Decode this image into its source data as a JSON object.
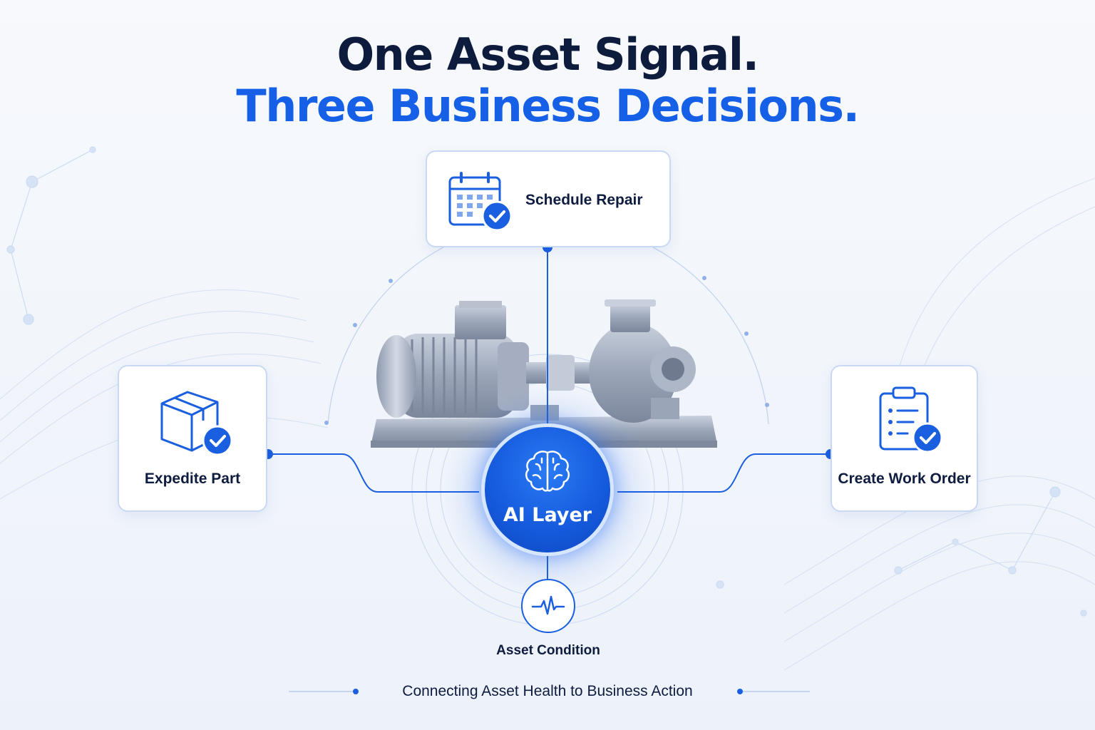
{
  "headline": {
    "line1": "One Asset Signal.",
    "line2": "Three Business Decisions."
  },
  "nodes": {
    "top": {
      "label": "Schedule Repair",
      "icon": "calendar-check-icon"
    },
    "left": {
      "label": "Expedite Part",
      "icon": "box-check-icon"
    },
    "right": {
      "label": "Create Work Order",
      "icon": "clipboard-check-icon"
    },
    "center": {
      "label": "AI Layer",
      "icon": "brain-icon"
    },
    "bottom": {
      "label": "Asset Condition",
      "icon": "pulse-icon"
    }
  },
  "footer": {
    "text": "Connecting Asset Health to Business Action"
  },
  "colors": {
    "navy": "#0d1b3d",
    "accent_blue": "#1560e6",
    "card_border": "#c9d9f3",
    "connector": "#1a5fe0"
  },
  "illustration": {
    "icon": "motor-pump-icon"
  }
}
